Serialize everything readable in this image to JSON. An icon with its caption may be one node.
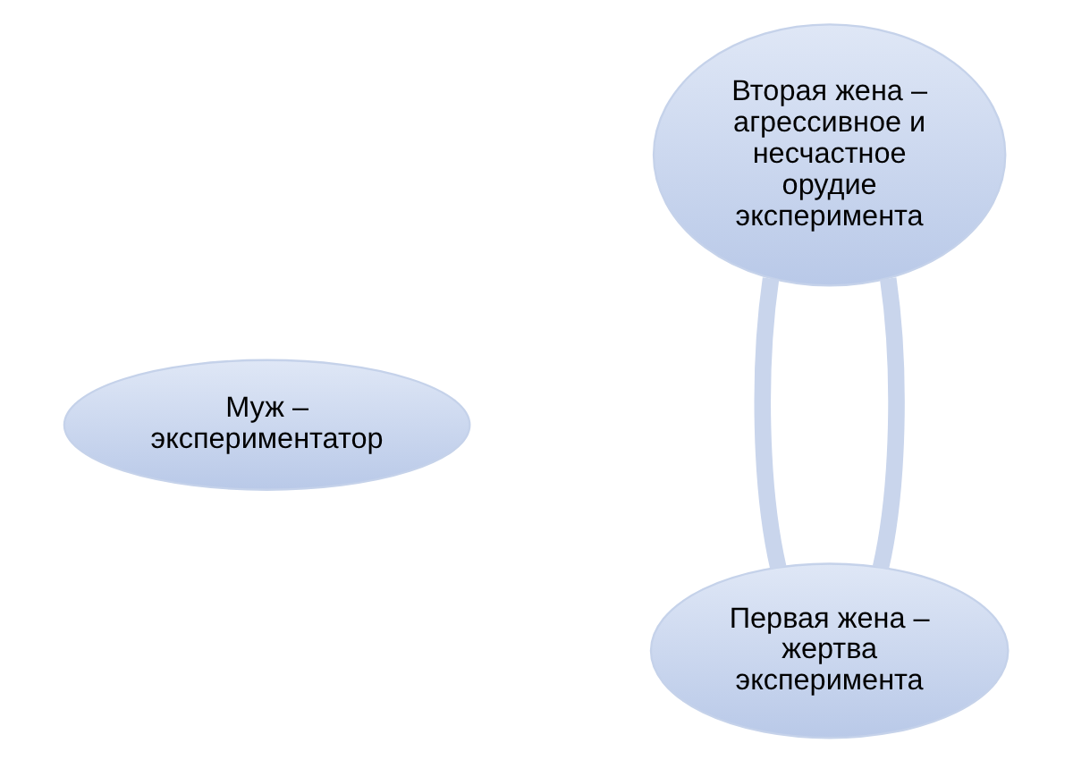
{
  "diagram": {
    "nodes": [
      {
        "text": [
          "Вторая жена – агрессивное и несчастное орудие эксперимента"
        ]
      },
      {
        "text": [
          "Муж – экспериментатор"
        ]
      },
      {
        "text": [
          "Первая жена – жертва эксперимента"
        ]
      }
    ],
    "edges": [
      {
        "from": 0,
        "to": 2,
        "arrow": "none"
      },
      {
        "from": 0,
        "to": 2,
        "arrow": "none"
      }
    ]
  }
}
